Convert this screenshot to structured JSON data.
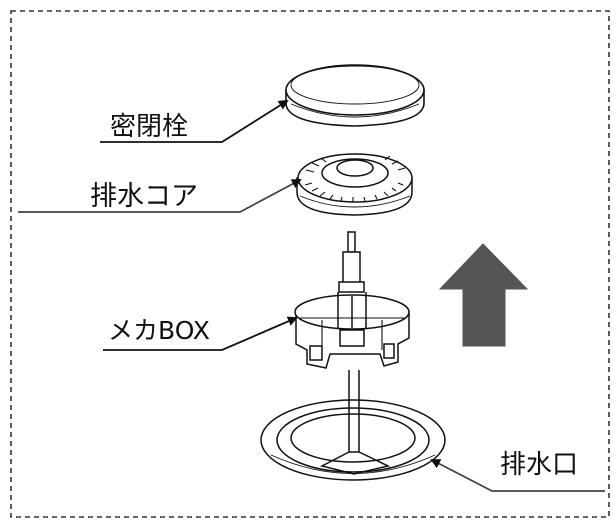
{
  "labels": {
    "stopper": "密閉栓",
    "drain_core": "排水コア",
    "mech_box": "メカBOX",
    "drain_outlet": "排水口"
  },
  "colors": {
    "line": "#111111",
    "arrow": "#555555",
    "border": "#333333",
    "background": "#ffffff"
  },
  "icons": {
    "up_arrow": "up-arrow-icon"
  }
}
